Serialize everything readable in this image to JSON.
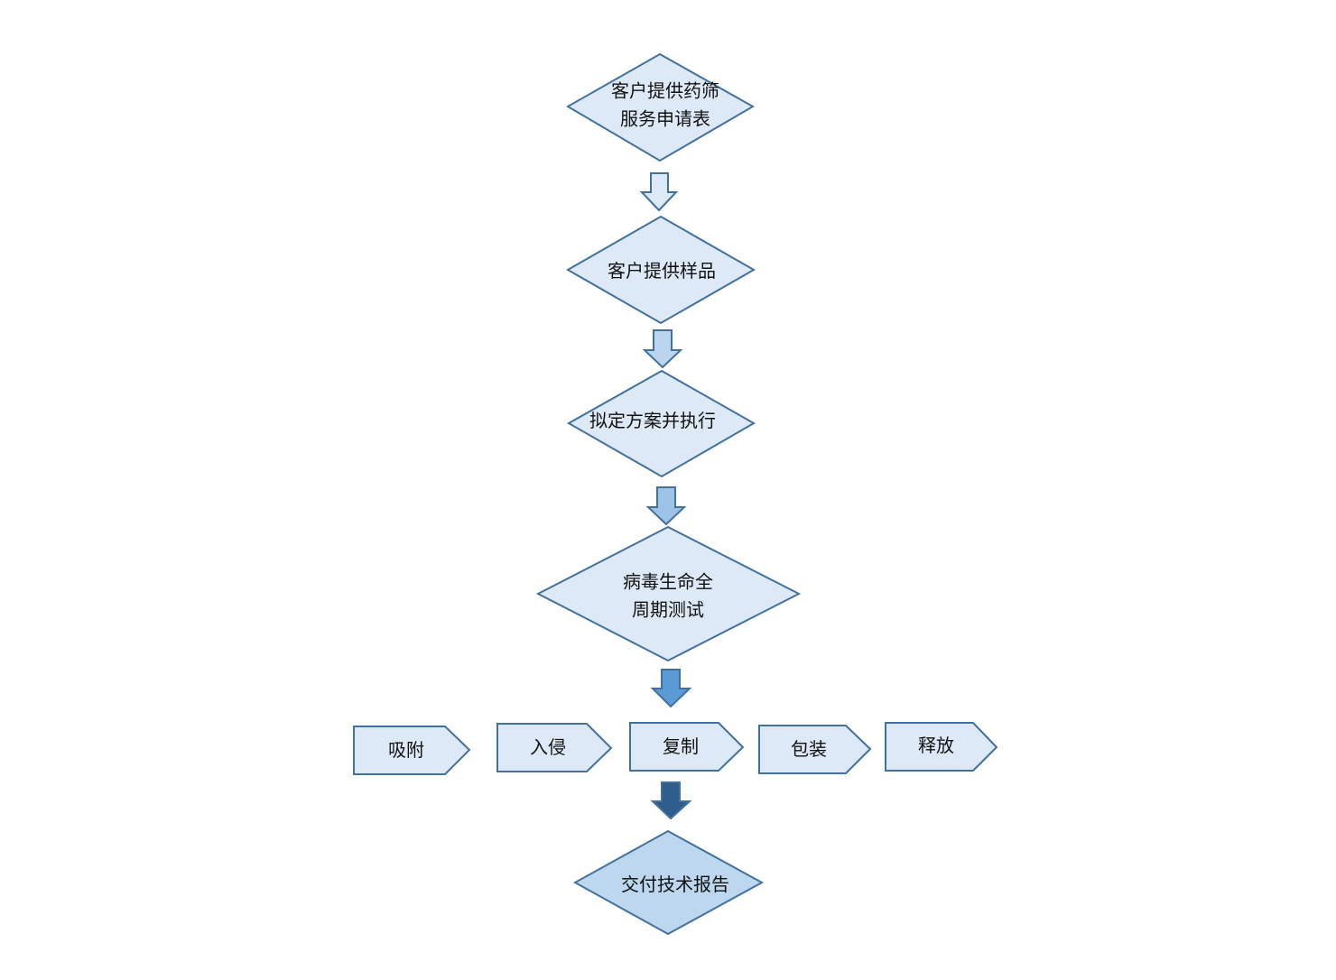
{
  "colors": {
    "stroke": "#41719c",
    "diamond_fill": "#dde9f6",
    "diamond_final_fill": "#bdd7ee",
    "pentagon_fill": "#dde9f6",
    "arrow1_fill": "#dde9f6",
    "arrow2_fill": "#bcd5ee",
    "arrow3_fill": "#9dc3e6",
    "arrow4_fill": "#5b9bd5",
    "arrow5_fill": "#2e5d8c",
    "text": "#111111"
  },
  "steps": [
    {
      "id": "request-form",
      "lines": [
        "客户提供药筛",
        "服务申请表"
      ]
    },
    {
      "id": "provide-samples",
      "lines": [
        "客户提供样品"
      ]
    },
    {
      "id": "plan-execute",
      "lines": [
        "拟定方案并执行"
      ]
    },
    {
      "id": "lifecycle-test",
      "lines": [
        "病毒生命全",
        "周期测试"
      ]
    },
    {
      "id": "deliver-report",
      "lines": [
        "交付技术报告"
      ]
    }
  ],
  "lifecycle_stages": [
    {
      "label": "吸附"
    },
    {
      "label": "入侵"
    },
    {
      "label": "复制"
    },
    {
      "label": "包装"
    },
    {
      "label": "释放"
    }
  ],
  "arrows": [
    {
      "from": "request-form",
      "to": "provide-samples",
      "icon": "down-arrow-icon"
    },
    {
      "from": "provide-samples",
      "to": "plan-execute",
      "icon": "down-arrow-icon"
    },
    {
      "from": "plan-execute",
      "to": "lifecycle-test",
      "icon": "down-arrow-icon"
    },
    {
      "from": "lifecycle-test",
      "to": "lifecycle-stages",
      "icon": "down-arrow-icon"
    },
    {
      "from": "lifecycle-stages",
      "to": "deliver-report",
      "icon": "down-arrow-icon"
    }
  ]
}
